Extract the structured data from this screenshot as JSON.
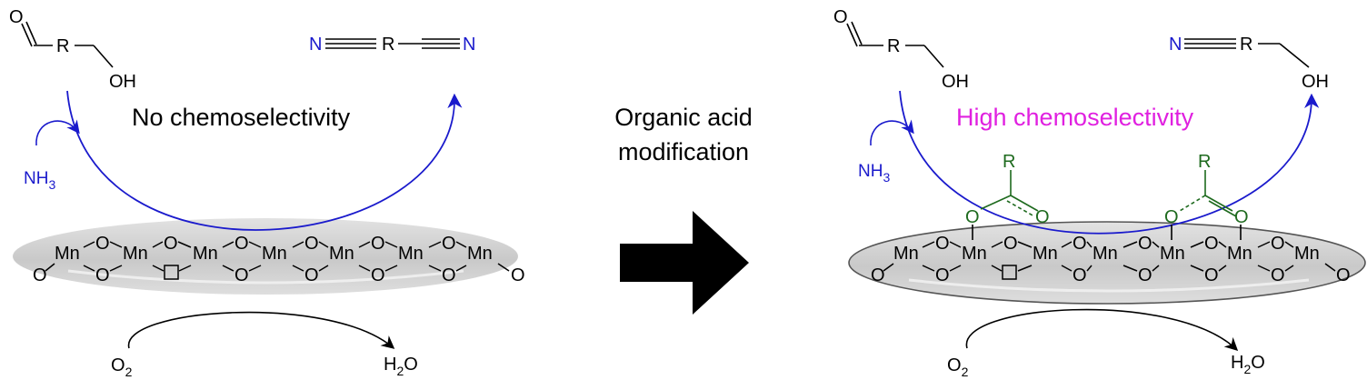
{
  "left": {
    "caption": "No chemoselectivity",
    "reactant_r": "R",
    "reactant_o": "O",
    "reactant_oh": "OH",
    "product_n1": "N",
    "product_r": "R",
    "product_n2": "N",
    "reagent_nh": "NH",
    "reagent_sub": "3",
    "o2_main": "O",
    "o2_sub": "2",
    "h2o_h": "H",
    "h2o_sub": "2",
    "h2o_o": "O"
  },
  "middle": {
    "line1": "Organic acid",
    "line2": "modification"
  },
  "right": {
    "caption": "High chemoselectivity",
    "reactant_r": "R",
    "reactant_o": "O",
    "reactant_oh": "OH",
    "product_n": "N",
    "product_r": "R",
    "product_oh": "OH",
    "reagent_nh": "NH",
    "reagent_sub": "3",
    "o2_main": "O",
    "o2_sub": "2",
    "h2o_h": "H",
    "h2o_sub": "2",
    "h2o_o": "O",
    "carboxylate_r": "R",
    "carboxylate_o": "O"
  },
  "surface": {
    "mn": "Mn",
    "o": "O"
  },
  "colors": {
    "blue": "#1a1acc",
    "magenta": "#e020e0",
    "green": "#1e6a1e",
    "black": "#000000",
    "surface_fill": "#d4d4d4"
  }
}
